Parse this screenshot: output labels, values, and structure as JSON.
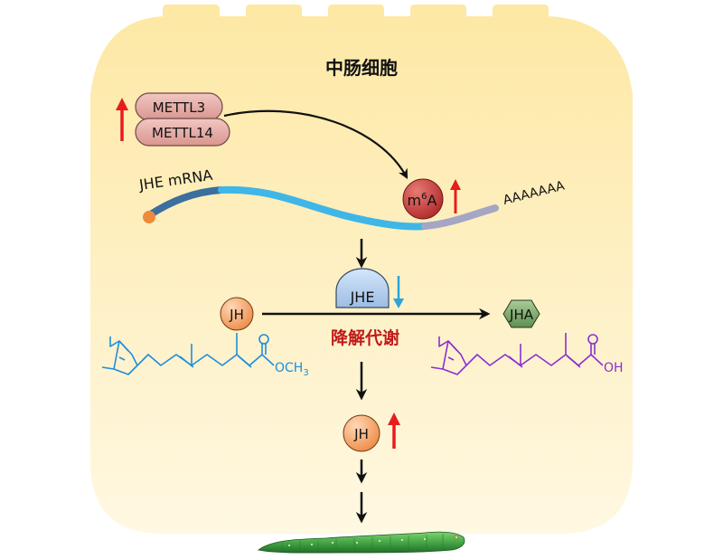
{
  "title": "中肠细胞",
  "enzymes": {
    "mettl3": "METTL3",
    "mettl14": "METTL14"
  },
  "mrna": {
    "label": "JHE mRNA",
    "polyA": "AAAAAAA",
    "m6a_base": "m",
    "m6a_sup": "6",
    "m6a_end": "A"
  },
  "jhe": "JHE",
  "jh": "JH",
  "jha": "JHA",
  "process_label": "降解代谢",
  "methyl_label": "OCH",
  "methyl_sub": "3",
  "acid_label": "OH",
  "colors": {
    "cell_top": "#fde9a6",
    "cell_bottom": "#fff7dd",
    "enzyme": "#e8b2ad",
    "mrna_light": "#3fb6e8",
    "mrna_dark": "#3a6f9e",
    "mrna_tail": "#a4a6c4",
    "cap": "#ee8a3b",
    "m6a": "#c23a3a",
    "jhe": "#b2cfee",
    "jh": "#f4a86e",
    "jha": "#78a468",
    "up_arrow": "#e81c1c",
    "down_arrow": "#2aa5dc",
    "label_red": "#c01a1a",
    "jh_molecule": "#1f8ddc",
    "jha_molecule": "#8a2fd4",
    "caterpillar": "#3fa845"
  },
  "icons": [
    "up-arrow-icon",
    "down-arrow-icon",
    "caterpillar-icon"
  ]
}
